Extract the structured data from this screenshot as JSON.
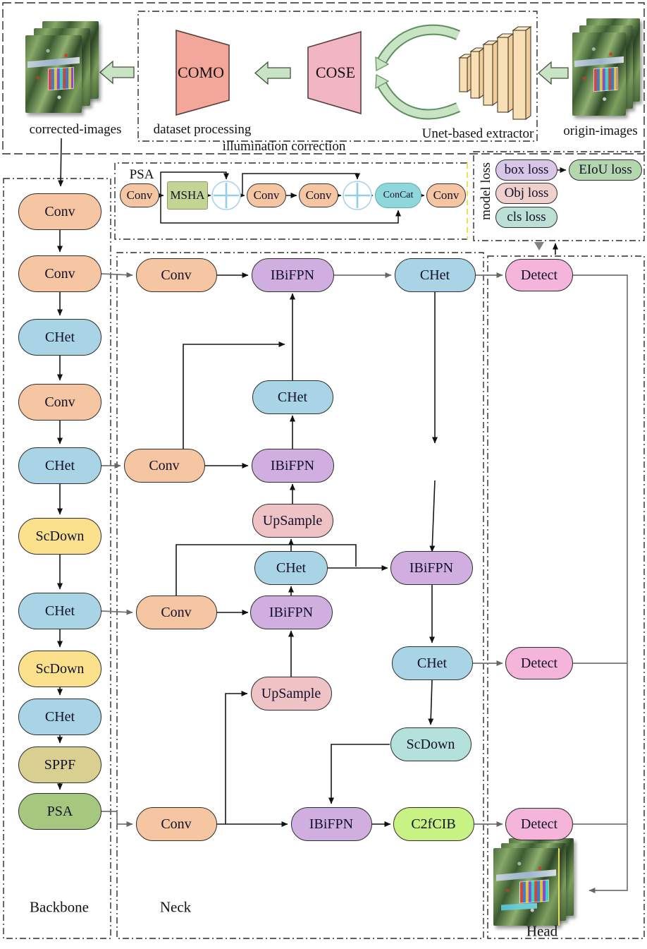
{
  "header": {
    "corrected_images": "corrected-images",
    "dataset_processing": "dataset processing",
    "illumination_correction": "illumination correction",
    "unet_extractor": "Unet-based extractor",
    "origin_images": "origin-images",
    "como": "COMO",
    "cose": "COSE"
  },
  "psa_detail": {
    "title": "PSA",
    "nodes": [
      {
        "label": "Conv",
        "type": "conv"
      },
      {
        "label": "MSHA",
        "type": "msha"
      },
      {
        "label": "Conv",
        "type": "conv"
      },
      {
        "label": "Conv",
        "type": "conv"
      },
      {
        "label": "ConCat",
        "type": "concat"
      },
      {
        "label": "Conv",
        "type": "conv"
      }
    ]
  },
  "loss": {
    "title": "model loss",
    "items": [
      {
        "label": "box loss",
        "type": "box_loss"
      },
      {
        "label": "EIoU loss",
        "type": "eiou_loss"
      },
      {
        "label": "Obj loss",
        "type": "obj_loss"
      },
      {
        "label": "cls loss",
        "type": "cls_loss"
      }
    ]
  },
  "backbone": {
    "title": "Backbone",
    "nodes": [
      {
        "label": "Conv",
        "type": "conv"
      },
      {
        "label": "Conv",
        "type": "conv"
      },
      {
        "label": "CHet",
        "type": "chet"
      },
      {
        "label": "Conv",
        "type": "conv"
      },
      {
        "label": "CHet",
        "type": "chet"
      },
      {
        "label": "ScDown",
        "type": "scdown_b"
      },
      {
        "label": "CHet",
        "type": "chet"
      },
      {
        "label": "ScDown",
        "type": "scdown_b"
      },
      {
        "label": "CHet",
        "type": "chet"
      },
      {
        "label": "SPPF",
        "type": "sppf"
      },
      {
        "label": "PSA",
        "type": "psa"
      }
    ]
  },
  "neck": {
    "title": "Neck",
    "nodes": [
      {
        "label": "Conv",
        "type": "conv"
      },
      {
        "label": "IBiFPN",
        "type": "ibifpn"
      },
      {
        "label": "CHet",
        "type": "chet"
      },
      {
        "label": "CHet",
        "type": "chet"
      },
      {
        "label": "Conv",
        "type": "conv"
      },
      {
        "label": "IBiFPN",
        "type": "ibifpn"
      },
      {
        "label": "UpSample",
        "type": "upsample"
      },
      {
        "label": "CHet",
        "type": "chet"
      },
      {
        "label": "IBiFPN",
        "type": "ibifpn"
      },
      {
        "label": "Conv",
        "type": "conv"
      },
      {
        "label": "IBiFPN",
        "type": "ibifpn"
      },
      {
        "label": "CHet",
        "type": "chet"
      },
      {
        "label": "UpSample",
        "type": "upsample"
      },
      {
        "label": "ScDown",
        "type": "scdown_n"
      },
      {
        "label": "Conv",
        "type": "conv"
      },
      {
        "label": "IBiFPN",
        "type": "ibifpn"
      },
      {
        "label": "C2fCIB",
        "type": "c2fcib"
      }
    ]
  },
  "head": {
    "title": "Head",
    "nodes": [
      {
        "label": "Detect",
        "type": "detect"
      },
      {
        "label": "Detect",
        "type": "detect"
      },
      {
        "label": "Detect",
        "type": "detect"
      }
    ]
  },
  "colors": {
    "conv": "#F6C6A2",
    "chet": "#A9D4E6",
    "scdown_b": "#FBE18C",
    "scdown_n": "#B5E1DC",
    "sppf": "#D9CF90",
    "psa": "#A6C87E",
    "ibifpn": "#D0AEE0",
    "upsample": "#EFC2C5",
    "c2fcib": "#C9F285",
    "detect": "#F5B5DB",
    "msha": "#C3D494",
    "concat": "#90D7DB",
    "como": "#F3A79B",
    "cose": "#F1B5C4",
    "box_loss": "#D8C6E6",
    "eiou_loss": "#B5D7B0",
    "obj_loss": "#F0D0CD",
    "cls_loss": "#BCE0D6",
    "arrow_green": "#C9E4C5",
    "unet_slab": "#F8DFB5"
  }
}
